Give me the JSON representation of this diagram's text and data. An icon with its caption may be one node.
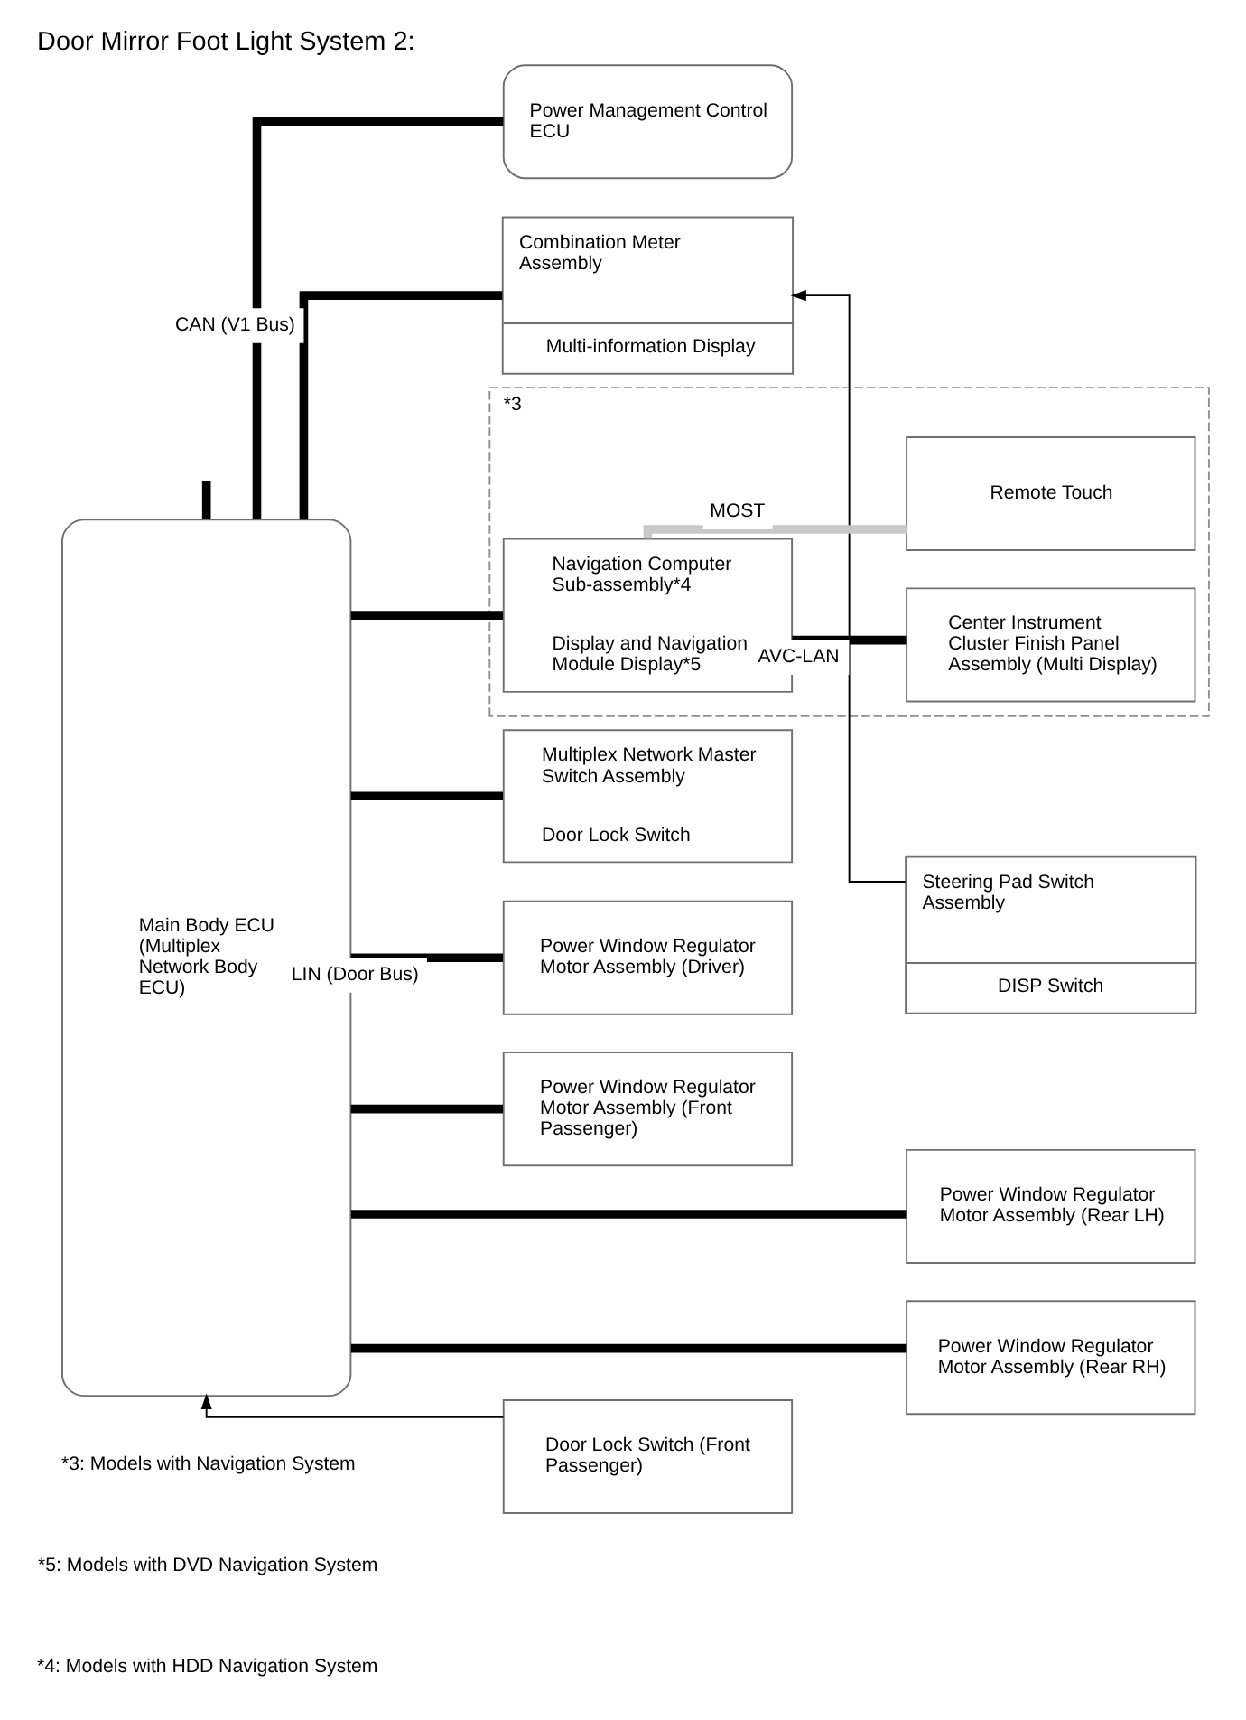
{
  "diagram": {
    "title": "Door Mirror Foot Light System 2:",
    "nodes": [
      {
        "text": [
          "Main Body ECU (Multiplex Network Body ECU)"
        ]
      },
      {
        "text": [
          "Power Management Control ECU"
        ]
      },
      {
        "text": [
          "Combination Meter Assembly",
          "Multi-information Display"
        ]
      },
      {
        "text": [
          "Steering Pad Switch Assembly",
          "DISP Switch"
        ]
      },
      {
        "text": [
          "*3"
        ]
      },
      {
        "text": [
          "Navigation Computer Sub-assembly*4",
          "Display and Navigation Module Display*5"
        ],
        "in": 4
      },
      {
        "text": [
          "Center Instrument Cluster Finish Panel Assembly (Multi Display)"
        ],
        "in": 4
      },
      {
        "text": [
          "Remote Touch"
        ],
        "in": 4
      },
      {
        "text": [
          "Multiplex Network Master Switch Assembly",
          "Door Lock Switch"
        ]
      },
      {
        "text": [
          "Power Window Regulator Motor Assembly (Driver)"
        ]
      },
      {
        "text": [
          "Power Window Regulator Motor Assembly (Front Passenger)"
        ]
      },
      {
        "text": [
          "Power Window Regulator Motor Assembly (Rear LH)"
        ]
      },
      {
        "text": [
          "Door Lock Switch (Front Passenger)"
        ]
      },
      {
        "text": [
          "Power Window Regulator Motor Assembly (Rear RH)"
        ]
      }
    ],
    "edges": [
      {
        "from": null,
        "to": 0,
        "arrow": "none"
      },
      {
        "from": 0,
        "to": 1,
        "arrow": "none"
      },
      {
        "from": 0,
        "to": 2,
        "arrow": "none",
        "label": "CAN (V1 Bus)"
      },
      {
        "from": 0,
        "to": 5,
        "arrow": "none"
      },
      {
        "from": 3,
        "to": 2,
        "arrow": "to"
      },
      {
        "from": 5,
        "to": 6,
        "arrow": "none",
        "label": "AVC-LAN"
      },
      {
        "from": 5,
        "to": 7,
        "arrow": "none",
        "color": "#c8c8c8",
        "label": "MOST"
      },
      {
        "from": 0,
        "to": 8,
        "arrow": "none"
      },
      {
        "from": 0,
        "to": 9,
        "arrow": "none",
        "label": "LIN (Door Bus)"
      },
      {
        "from": 0,
        "to": 10,
        "arrow": "none"
      },
      {
        "from": 0,
        "to": 11,
        "arrow": "none"
      },
      {
        "from": 0,
        "to": 13,
        "arrow": "none"
      },
      {
        "from": 12,
        "to": 0,
        "arrow": "to"
      }
    ],
    "labels": [
      "*3: Models with Navigation System",
      "*5: Models with DVD Navigation System",
      "*4: Models with HDD Navigation System"
    ]
  }
}
